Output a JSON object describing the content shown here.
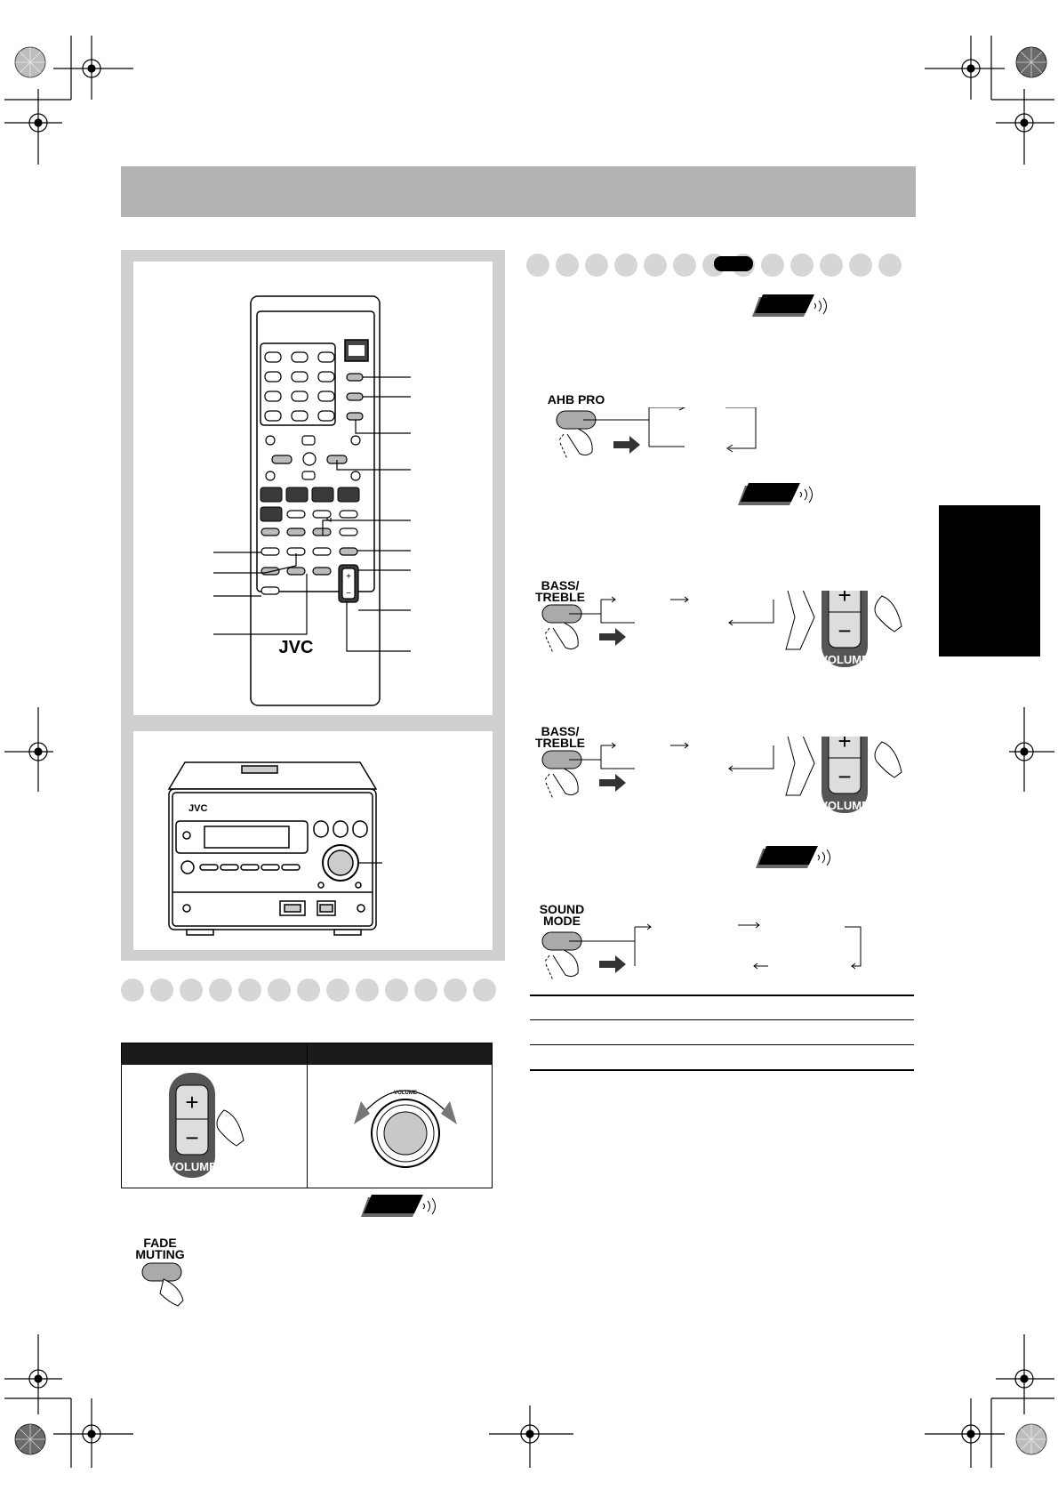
{
  "brand": "JVC",
  "labels": {
    "ahb_pro": "AHB PRO",
    "bass_treble_1": "BASS/\nTREBLE",
    "bass_treble_2": "BASS/\nTREBLE",
    "sound_mode": "SOUND\nMODE",
    "fade_muting": "FADE\nMUTING",
    "volume": "VOLUME",
    "dial_volume": "VOLUME"
  },
  "colors": {
    "header_band": "#b3b3b3",
    "panel_frame": "#cfcfcf",
    "black_tab": "#000000",
    "dot": "#d6d6d6"
  }
}
